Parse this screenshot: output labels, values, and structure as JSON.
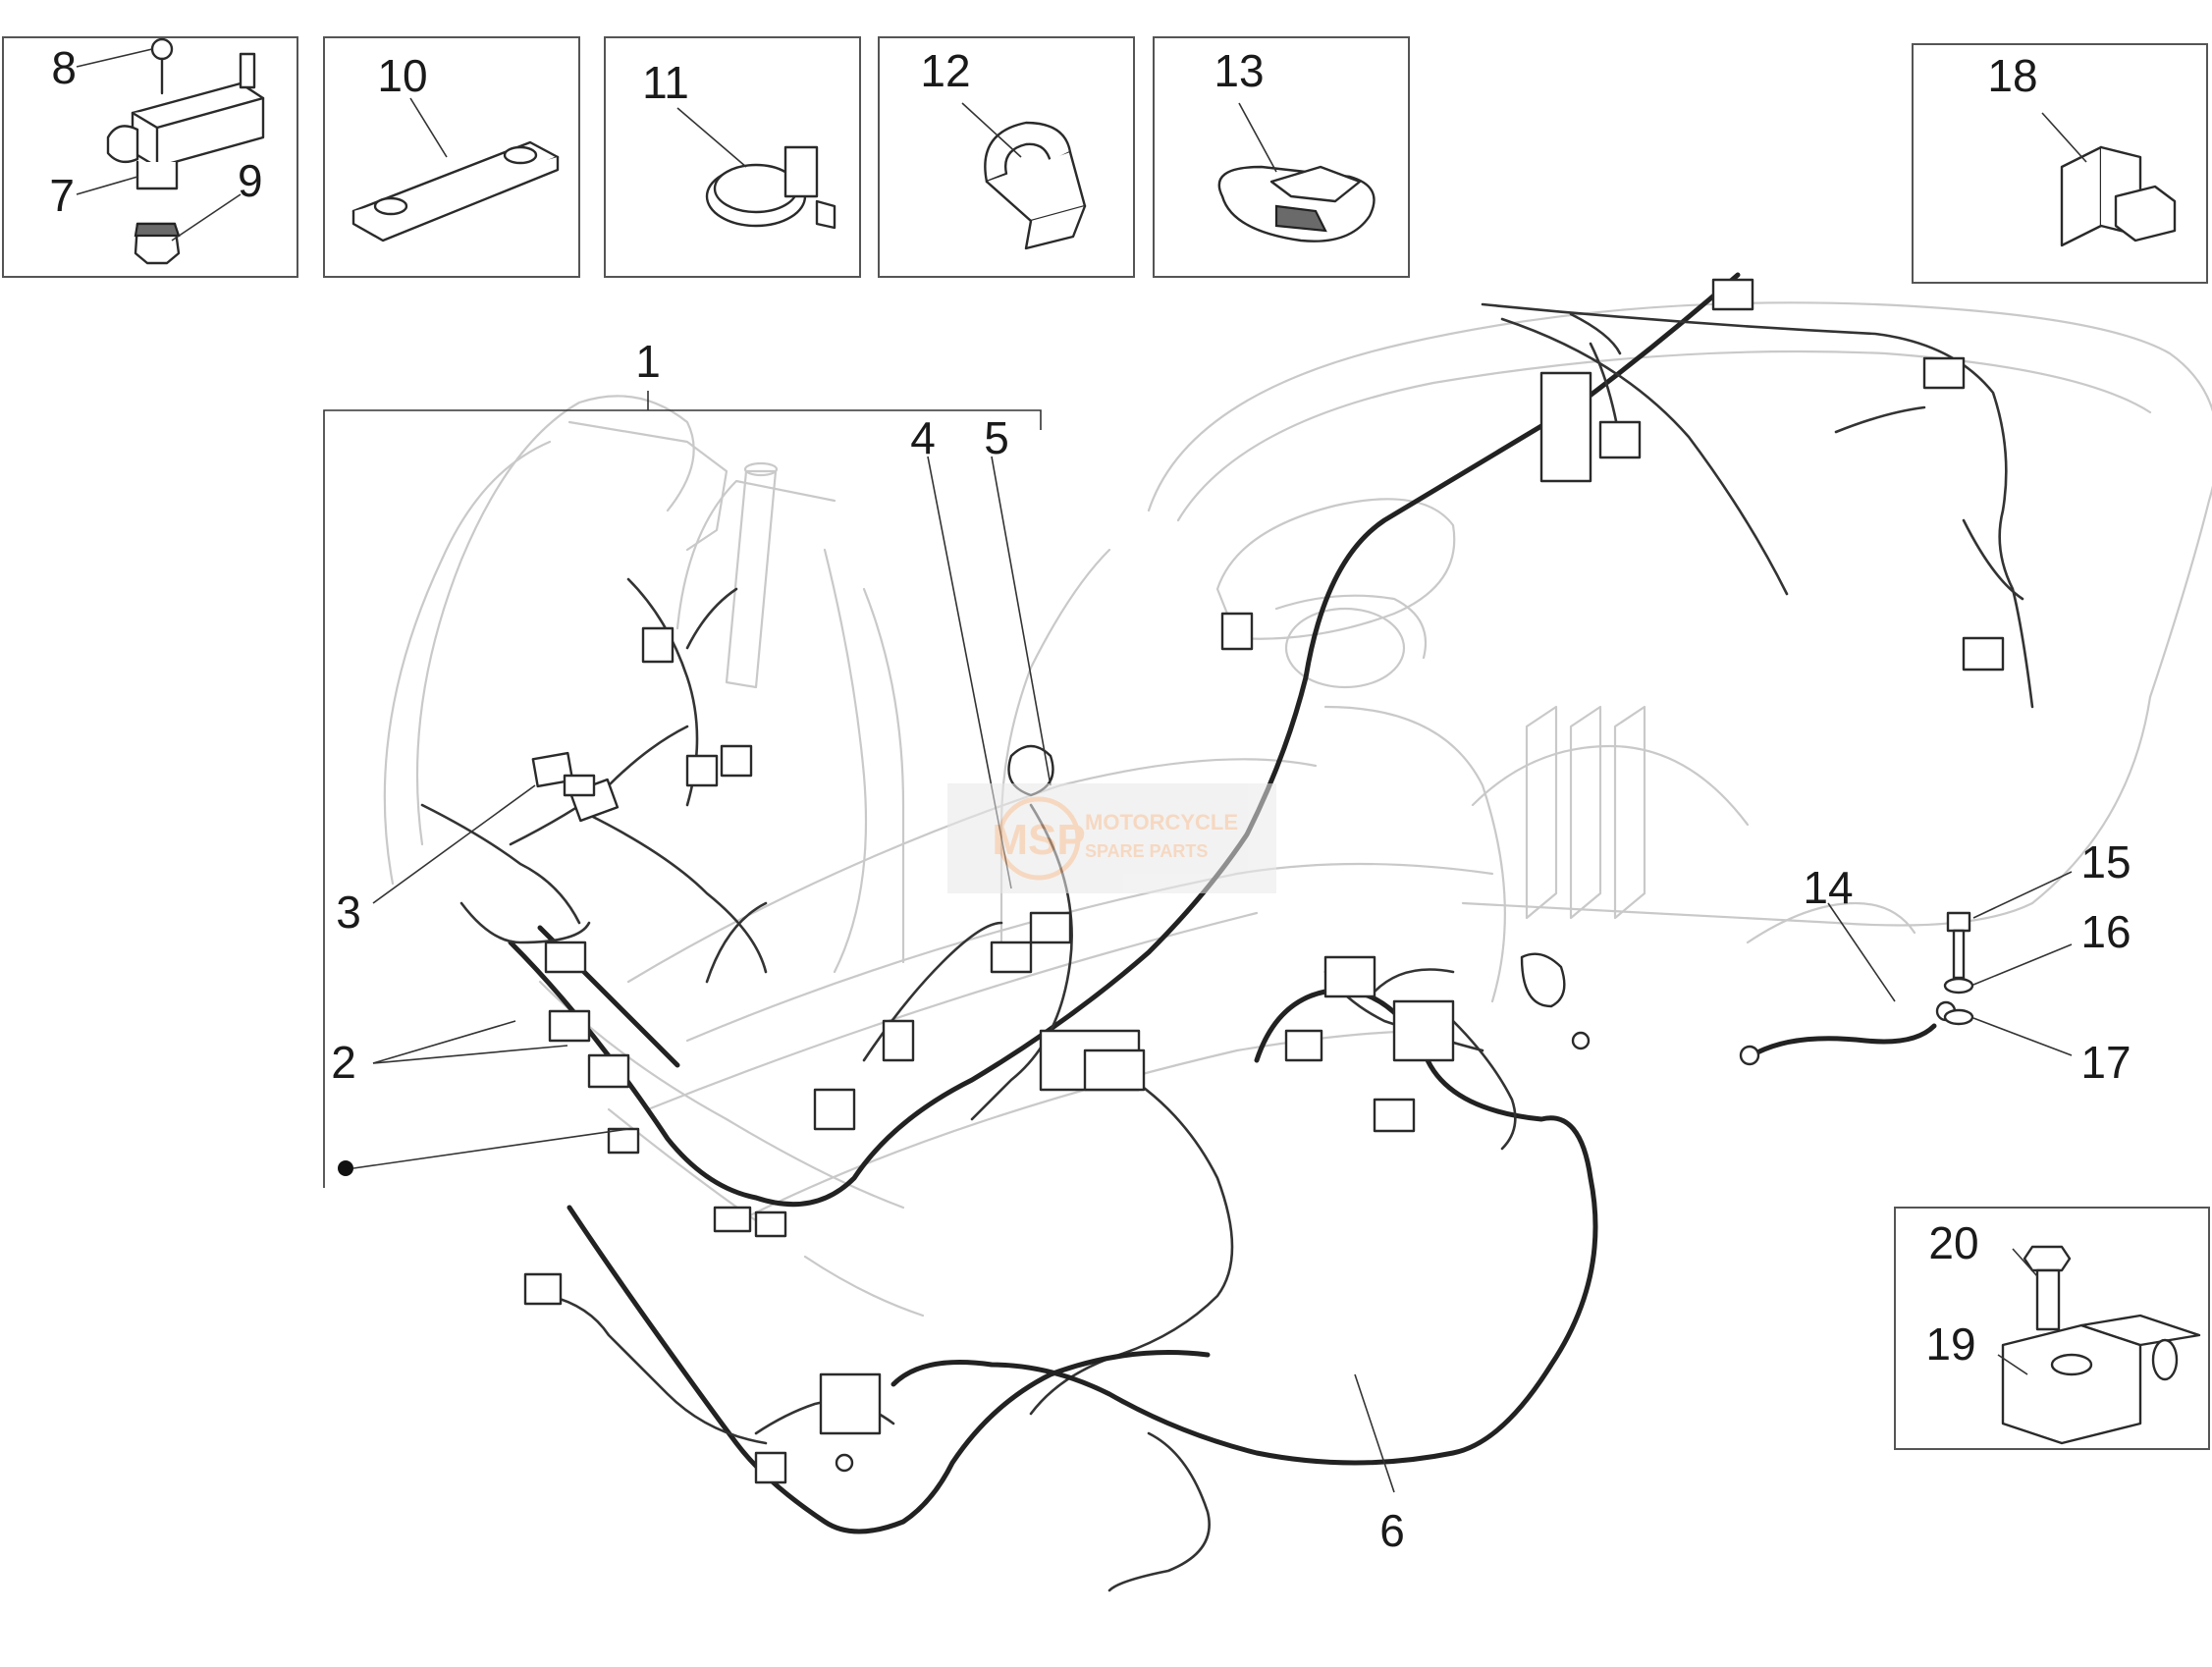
{
  "callouts": {
    "c1": "1",
    "c2": "2",
    "c3": "3",
    "c4": "4",
    "c5": "5",
    "c6": "6",
    "c7": "7",
    "c8": "8",
    "c9": "9",
    "c10": "10",
    "c11": "11",
    "c12": "12",
    "c13": "13",
    "c14": "14",
    "c15": "15",
    "c16": "16",
    "c17": "17",
    "c18": "18",
    "c19": "19",
    "c20": "20"
  },
  "watermark": {
    "logo": "MSP",
    "line1": "MOTORCYCLE",
    "line2": "SPARE PARTS"
  },
  "colors": {
    "line": "#2a2a2a",
    "ghost_body": "#c9c9c9",
    "watermark": "#f0b98f"
  }
}
